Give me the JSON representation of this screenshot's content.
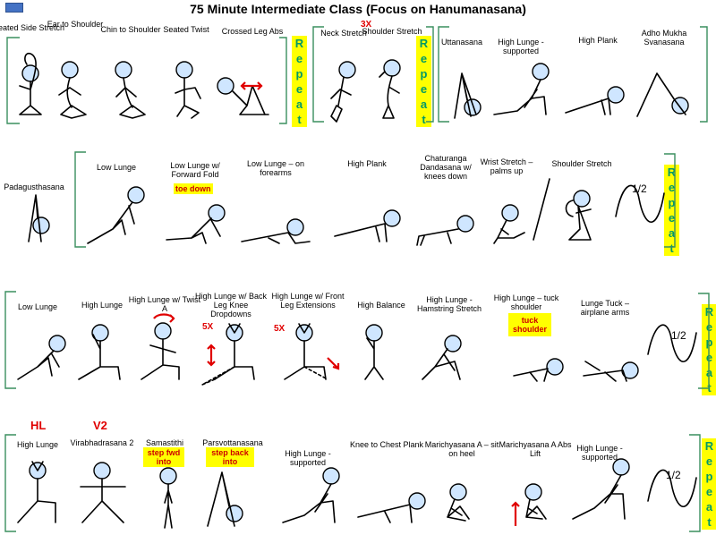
{
  "title": "75 Minute Intermediate Class (Focus on Hanumanasana)",
  "repeat_letters": [
    "R",
    "e",
    "p",
    "e",
    "a",
    "t"
  ],
  "half_label": "1/2",
  "row1": {
    "poses": [
      "Seated Side Stretch",
      "Ear to Shoulder",
      "Chin to Shoulder",
      "Seated Twist",
      "Crossed Leg Abs",
      "Neck Stretch",
      "Shoulder Stretch",
      "Uttanasana",
      "High Lunge - supported",
      "High Plank",
      "Adho Mukha Svanasana"
    ],
    "count": "3X"
  },
  "row2": {
    "poses": [
      "Padagusthasana",
      "Low Lunge",
      "Low Lunge w/ Forward Fold",
      "Low Lunge – on forearms",
      "High Plank",
      "Chaturanga Dandasana w/ knees down",
      "Wrist Stretch – palms up",
      "Shoulder Stretch"
    ],
    "note": "toe down"
  },
  "row3": {
    "poses": [
      "Low Lunge",
      "High Lunge",
      "High Lunge w/ Twist A",
      "High Lunge w/ Back Leg Knee Dropdowns",
      "High Lunge w/ Front Leg Extensions",
      "High Balance",
      "High Lunge - Hamstring Stretch",
      "High Lunge – tuck shoulder",
      "Lunge Tuck – airplane arms"
    ],
    "counts": [
      "5X",
      "5X"
    ],
    "note": "tuck shoulder"
  },
  "row4": {
    "poses": [
      "High Lunge",
      "Virabhadrasana 2",
      "Samastithi",
      "Parsvottanasana",
      "High Lunge - supported",
      "Knee to Chest Plank",
      "Marichyasana A – sit on heel",
      "Marichyasana A Abs Lift",
      "High Lunge - supported"
    ],
    "tags": [
      "HL",
      "V2"
    ],
    "notes": [
      "step fwd into",
      "step back into"
    ]
  }
}
